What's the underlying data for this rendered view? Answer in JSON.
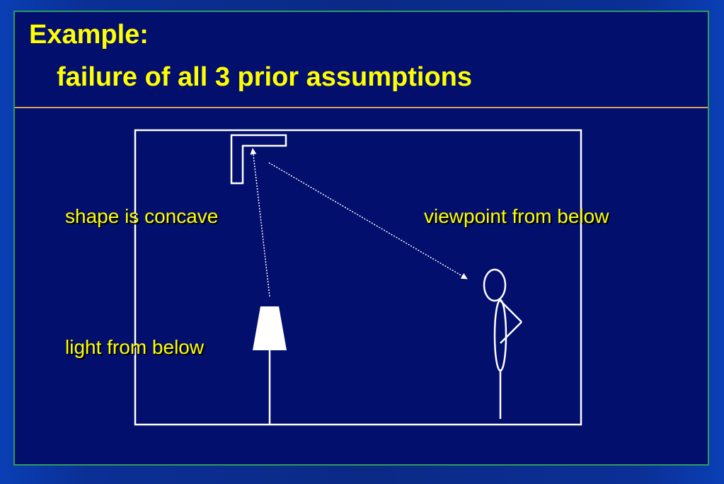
{
  "slide": {
    "title": "Example:",
    "subtitle": "failure of all 3 prior assumptions"
  },
  "labels": {
    "shape": "shape is concave",
    "viewpoint": "viewpoint from below",
    "light": "light from below"
  },
  "colors": {
    "background": "#020f6d",
    "title": "#ffff00",
    "divider": "#d9a25a",
    "frame": "#2f9b5a",
    "lines": "#ffffff"
  }
}
